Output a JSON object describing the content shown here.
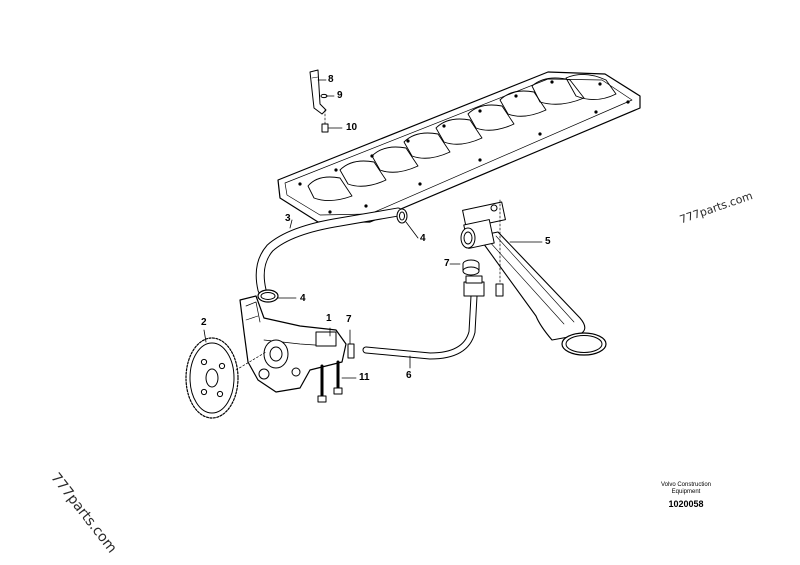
{
  "callouts": {
    "c1": "1",
    "c2": "2",
    "c3": "3",
    "c4a": "4",
    "c4b": "4",
    "c5": "5",
    "c6": "6",
    "c7a": "7",
    "c7b": "7",
    "c8": "8",
    "c9": "9",
    "c10": "10",
    "c11": "11"
  },
  "watermark": "777parts.com",
  "credit_line1": "Volvo Construction",
  "credit_line2": "Equipment",
  "document_number": "1020058"
}
